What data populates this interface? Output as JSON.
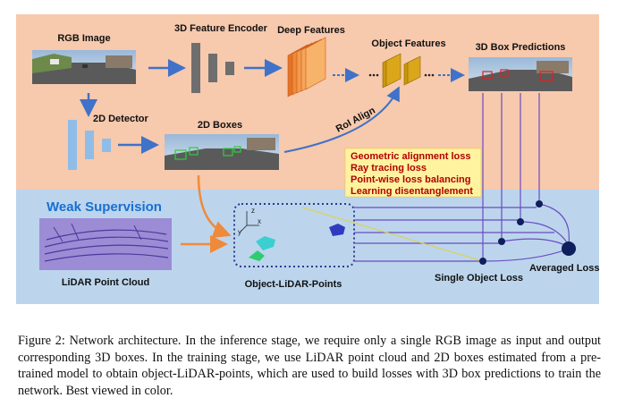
{
  "diagram": {
    "labels": {
      "rgb_image": "RGB Image",
      "feature_encoder": "3D Feature Encoder",
      "deep_features": "Deep Features",
      "object_features": "Object Features",
      "box_predictions": "3D Box Predictions",
      "detector_2d": "2D Detector",
      "boxes_2d": "2D Boxes",
      "roi_align": "RoI Align",
      "weak_supervision": "Weak Supervision",
      "lidar_point_cloud": "LiDAR Point Cloud",
      "object_lidar_points": "Object-LiDAR-Points",
      "single_object_loss": "Single Object Loss",
      "averaged_loss": "Averaged Loss",
      "axis_x": "x",
      "axis_y": "y",
      "axis_z": "z"
    },
    "losses": [
      "Geometric alignment loss",
      "Ray tracing loss",
      "Point-wise loss balancing",
      "Learning disentanglement"
    ],
    "colors": {
      "inference_bg": "#f7c9ad",
      "training_bg": "#bcd5ed",
      "arrow_blue": "#3f72c8",
      "arrow_orange": "#ef8a3a",
      "encoder_gray": "#6e6e6e",
      "detector_blue": "#8fbde8",
      "features_orange": "#f08a3a",
      "object_features_gold": "#c9960d",
      "loss_line_purple": "#6a4cc0",
      "node_navy": "#0f1f5c",
      "loss_box_bg": "#fff3a0",
      "loss_text_red": "#b00000",
      "weak_supervision_blue": "#1a6fd1"
    }
  },
  "caption": "Figure 2:   Network architecture. In the inference stage, we require only a single RGB image as input and output corresponding 3D boxes. In the training stage, we use LiDAR point cloud and 2D boxes estimated from a pre-trained model to obtain object-LiDAR-points, which are used to build losses with 3D box predictions to train the network. Best viewed in color."
}
